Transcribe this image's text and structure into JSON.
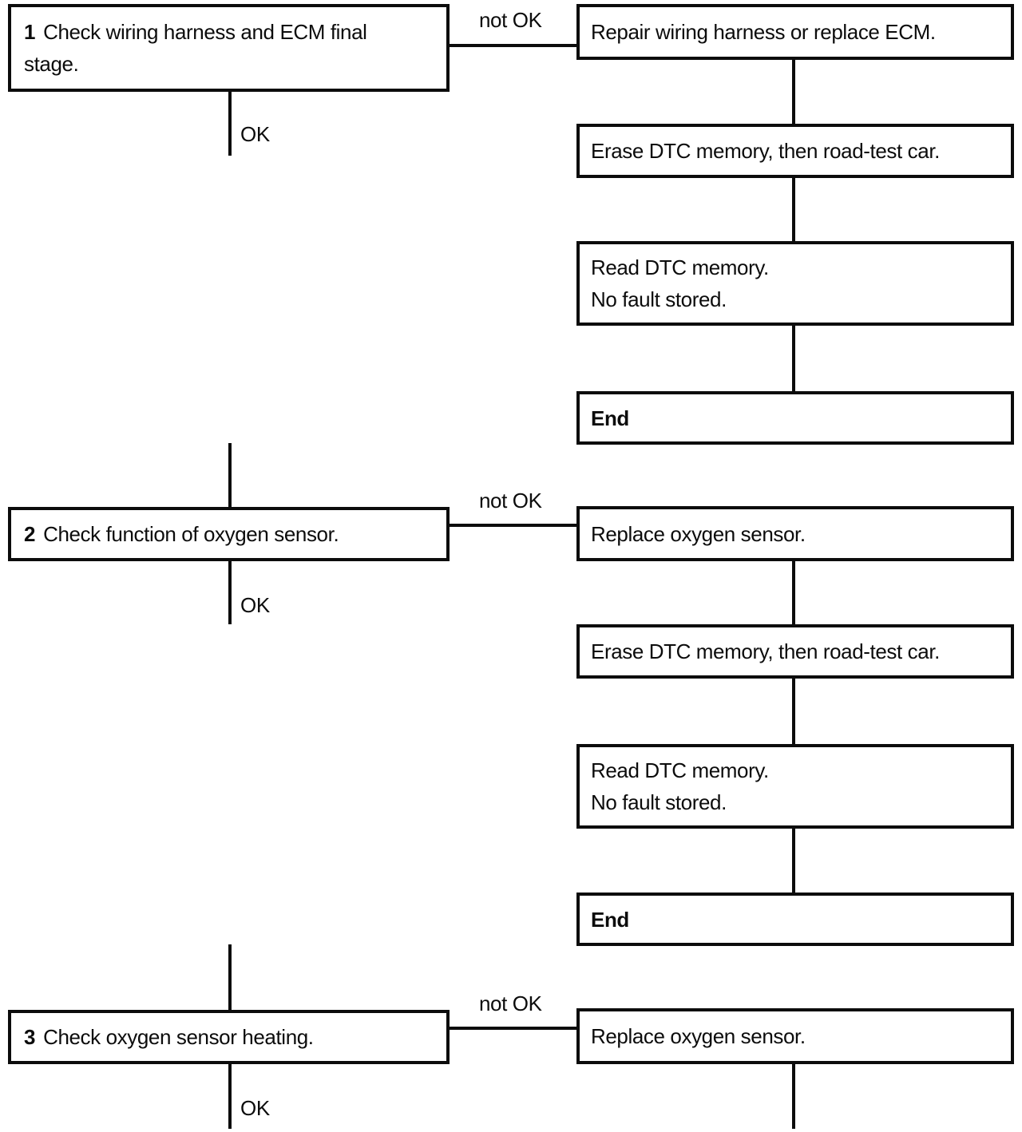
{
  "diagram": {
    "type": "flowchart",
    "colors": {
      "ink": "#0c0c0c",
      "background": "#ffffff"
    },
    "labels": {
      "ok": "OK",
      "not_ok": "not OK"
    },
    "steps": [
      {
        "number": "1",
        "text": "Check wiring harness and ECM final\nstage."
      },
      {
        "number": "2",
        "text": "Check function of oxygen sensor."
      },
      {
        "number": "3",
        "text": "Check oxygen sensor heating."
      }
    ],
    "actions": [
      {
        "id": "repair-wiring-ecm",
        "text": "Repair wiring harness or replace ECM."
      },
      {
        "id": "erase-dtc-1",
        "text": "Erase DTC memory, then road-test car."
      },
      {
        "id": "read-dtc-1",
        "text": "Read DTC memory.\nNo fault stored."
      },
      {
        "id": "end-1",
        "text": "End"
      },
      {
        "id": "replace-o2-1",
        "text": "Replace oxygen sensor."
      },
      {
        "id": "erase-dtc-2",
        "text": "Erase DTC memory, then road-test car."
      },
      {
        "id": "read-dtc-2",
        "text": "Read DTC memory.\nNo fault stored."
      },
      {
        "id": "end-2",
        "text": "End"
      },
      {
        "id": "replace-o2-2",
        "text": "Replace oxygen sensor."
      }
    ]
  }
}
